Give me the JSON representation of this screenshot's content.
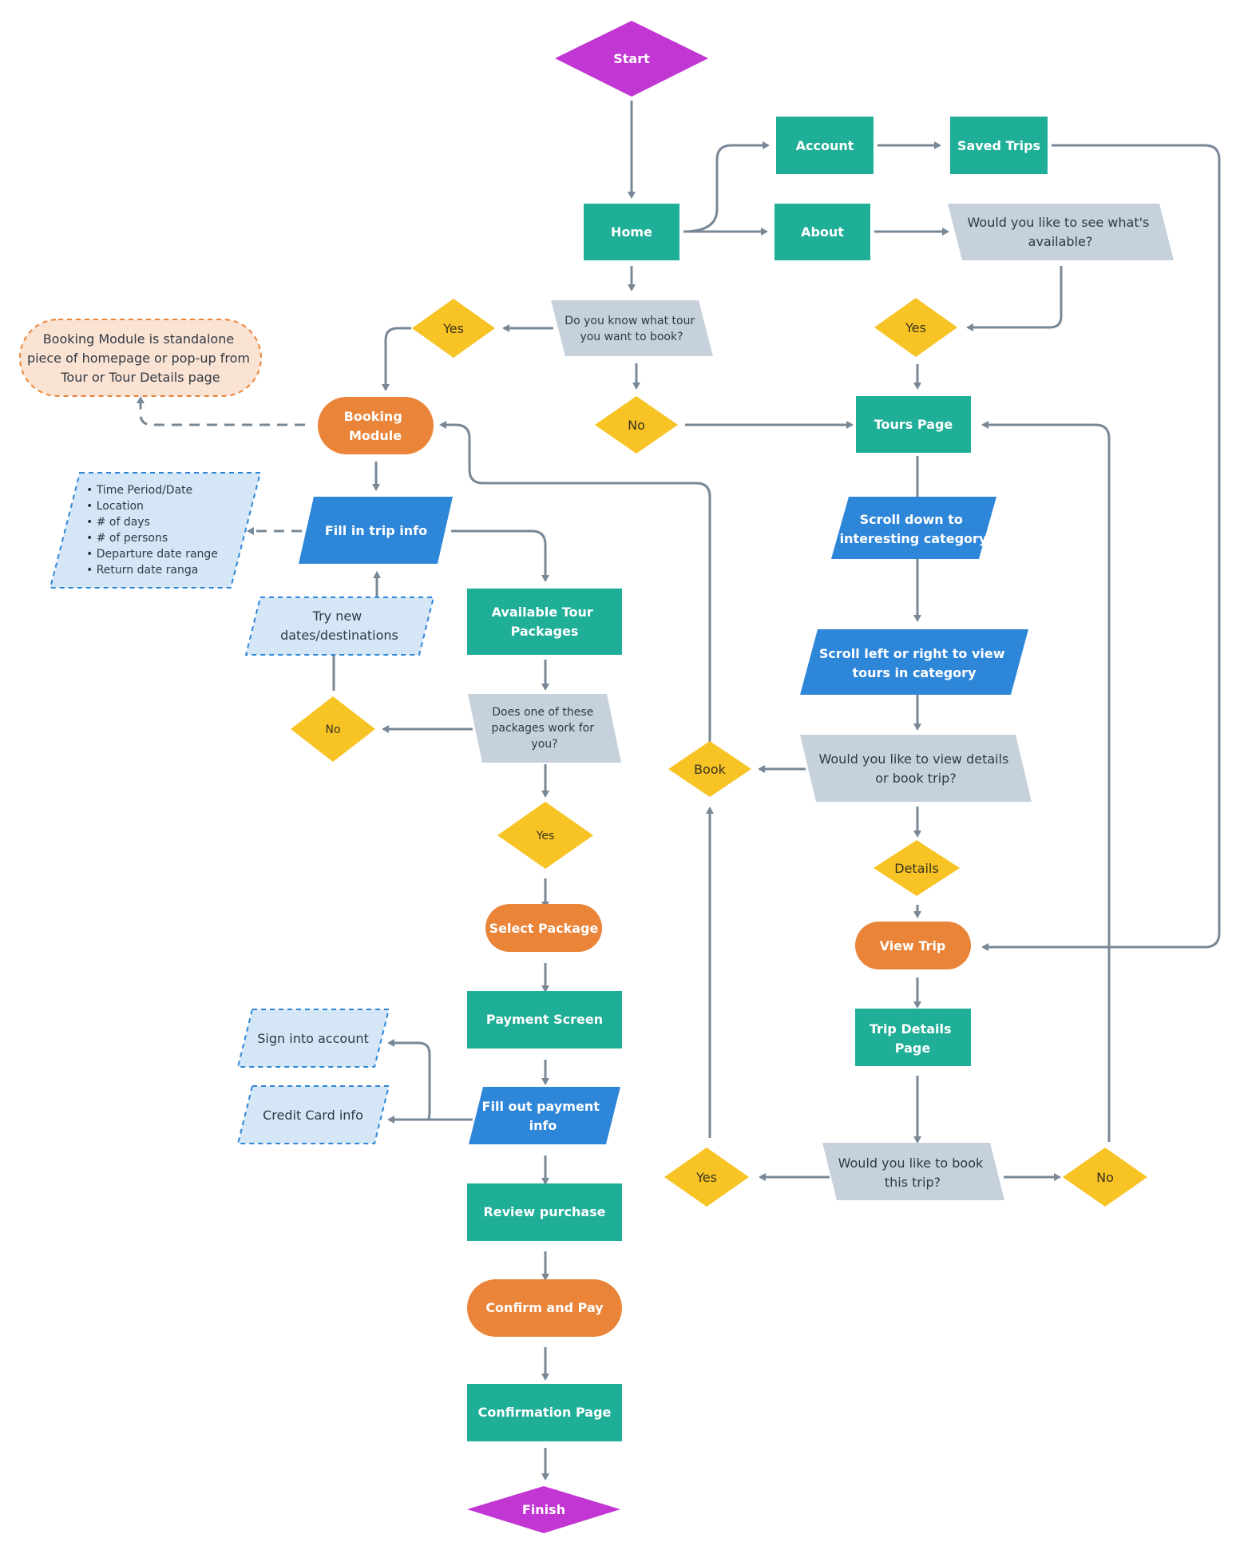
{
  "colors": {
    "teal": "#1fae97",
    "orange": "#ea8438",
    "blue": "#2e86d9",
    "gray": "#c6d1db",
    "yellow": "#f7c325",
    "purple": "#c236d3",
    "light_blue": "#d5e6f6",
    "peach": "#fbe3d3",
    "connector": "#788897"
  },
  "nodes": {
    "start": "Start",
    "home": "Home",
    "account": "Account",
    "saved_trips": "Saved Trips",
    "about": "About",
    "see_available": [
      "Would you like to see what's",
      "available?"
    ],
    "know_tour": [
      "Do you know what tour",
      "you want to book?"
    ],
    "yes_left": "Yes",
    "yes_right": "Yes",
    "no_mid": "No",
    "booking_note": [
      "Booking Module is standalone",
      "piece of homepage or pop-up from",
      "Tour or Tour Details page"
    ],
    "booking_module": [
      "Booking",
      "Module"
    ],
    "tours_page": "Tours Page",
    "trip_info_list": [
      "• Time Period/Date",
      "• Location",
      "• # of days",
      "• # of persons",
      "• Departure date range",
      "• Return date ranga"
    ],
    "fill_trip_info": "Fill in trip info",
    "scroll_down": [
      "Scroll down to",
      "interesting category"
    ],
    "try_new": [
      "Try new",
      "dates/destinations"
    ],
    "available_packages": [
      "Available Tour",
      "Packages"
    ],
    "scroll_left_right": [
      "Scroll left or right to view",
      "tours in category"
    ],
    "no_packages": "No",
    "packages_work": [
      "Does one of these",
      "packages work for",
      "you?"
    ],
    "book": "Book",
    "details_or_book": [
      "Would you like to view details",
      "or book trip?"
    ],
    "yes_packages": "Yes",
    "details": "Details",
    "select_package": "Select Package",
    "view_trip": "View Trip",
    "payment_screen": "Payment Screen",
    "trip_details_page": [
      "Trip Details",
      "Page"
    ],
    "sign_into_account": "Sign into account",
    "credit_card_info": "Credit Card info",
    "fill_payment": [
      "Fill out payment",
      "info"
    ],
    "book_this_trip": [
      "Would you like to book",
      "this trip?"
    ],
    "yes_book_trip": "Yes",
    "no_book_trip": "No",
    "review_purchase": "Review purchase",
    "confirm_and_pay": "Confirm and Pay",
    "confirmation_page": "Confirmation Page",
    "finish": "Finish"
  }
}
